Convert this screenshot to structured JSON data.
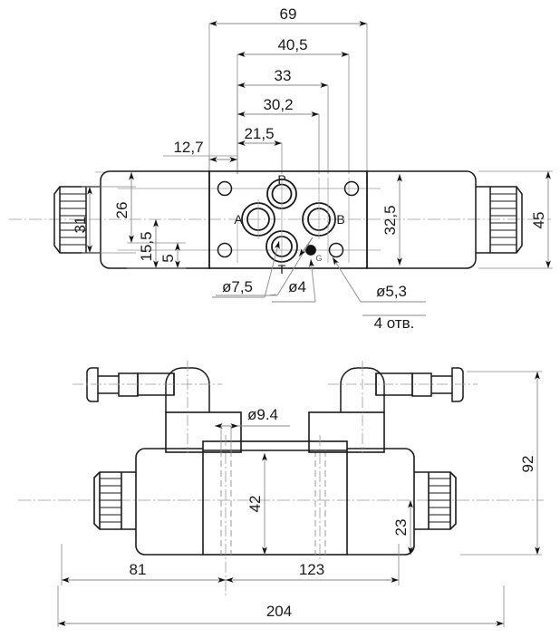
{
  "drawing": {
    "title": "Hydraulic solenoid directional control valve - dimensioned drawing",
    "units": "mm",
    "line_color": "#1a1a1a",
    "dim_line_color": "#8a8a8a",
    "center_line_color": "#9a9a9a",
    "background": "#ffffff"
  },
  "top_view": {
    "horizontal_dims": [
      {
        "id": "d69",
        "label": "69"
      },
      {
        "id": "d405",
        "label": "40,5"
      },
      {
        "id": "d33",
        "label": "33"
      },
      {
        "id": "d302",
        "label": "30,2"
      },
      {
        "id": "d215",
        "label": "21,5"
      },
      {
        "id": "d127",
        "label": "12,7"
      }
    ],
    "vertical_dims": [
      {
        "id": "v31",
        "label": "31"
      },
      {
        "id": "v26",
        "label": "26"
      },
      {
        "id": "v155",
        "label": "15,5"
      },
      {
        "id": "v5",
        "label": "5"
      },
      {
        "id": "v325",
        "label": "32,5"
      },
      {
        "id": "v45",
        "label": "45"
      }
    ],
    "ports": [
      {
        "id": "P",
        "label": "P"
      },
      {
        "id": "A",
        "label": "A"
      },
      {
        "id": "B",
        "label": "B"
      },
      {
        "id": "T",
        "label": "T"
      },
      {
        "id": "G",
        "label": "G"
      }
    ],
    "leaders": [
      {
        "id": "hole75",
        "label": "ø7,5"
      },
      {
        "id": "hole4",
        "label": "ø4"
      },
      {
        "id": "hole53",
        "label": "ø5,3"
      },
      {
        "id": "qty",
        "label": "4 отв."
      }
    ]
  },
  "front_view": {
    "dims": [
      {
        "id": "bore94",
        "label": "ø9.4"
      },
      {
        "id": "h42",
        "label": "42"
      },
      {
        "id": "h23",
        "label": "23"
      },
      {
        "id": "h92",
        "label": "92"
      },
      {
        "id": "w81",
        "label": "81"
      },
      {
        "id": "w123",
        "label": "123"
      },
      {
        "id": "w204",
        "label": "204"
      }
    ]
  }
}
